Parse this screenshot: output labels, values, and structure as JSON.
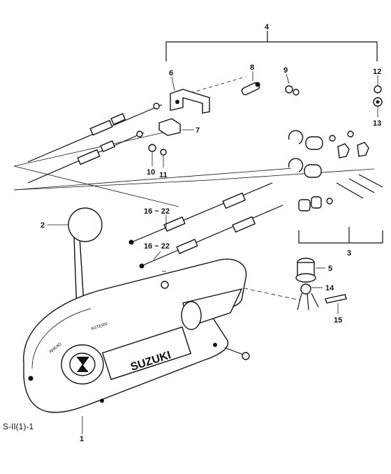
{
  "diagram": {
    "callouts": {
      "c1": "1",
      "c2": "2",
      "c3": "3",
      "c4": "4",
      "c5": "5",
      "c6": "6",
      "c7": "7",
      "c8": "8",
      "c9": "9",
      "c10": "10",
      "c11": "11",
      "c12": "12",
      "c13": "13",
      "c14": "14",
      "c15": "15",
      "c16a": "16 ~ 22",
      "c16b": "16 ~ 22"
    },
    "housing_brand": "SUZUKI",
    "dial_labels": {
      "ahead": "AHEAD",
      "astern": "ASTERN"
    },
    "corner_code": "S-II(1)-1"
  }
}
